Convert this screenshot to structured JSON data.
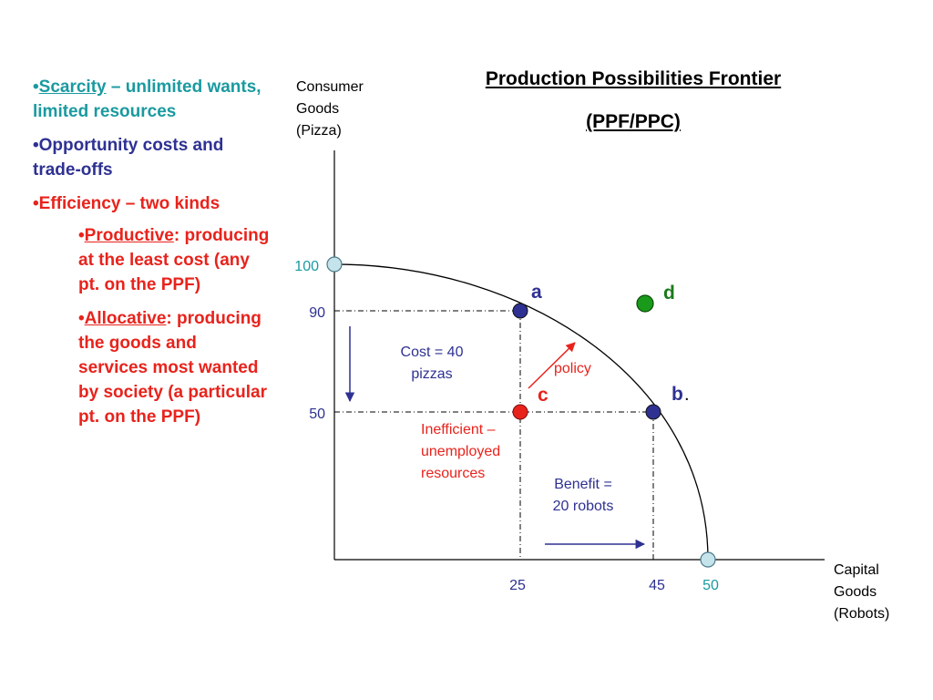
{
  "notes": {
    "scarcity_term": "Scarcity",
    "scarcity_rest": " – unlimited wants, limited resources",
    "opportunity": "Opportunity costs and trade-offs",
    "efficiency": "Efficiency – two kinds",
    "productive_term": "Productive",
    "productive_rest": ": producing at the least cost (any pt. on the PPF)",
    "allocative_term": "Allocative",
    "allocative_rest": ": producing the goods and services most wanted by society (a particular pt. on the PPF)",
    "bullet": "•"
  },
  "title_line1": "Production Possibilities Frontier",
  "title_line2": " (PPF/PPC)",
  "y_axis_label": [
    "Consumer",
    "Goods",
    "(Pizza)"
  ],
  "x_axis_label": [
    "Capital",
    "Goods",
    "(Robots)"
  ],
  "y_ticks": [
    "100",
    "90",
    "50"
  ],
  "x_ticks": [
    "25",
    "45",
    "50"
  ],
  "points": {
    "a": "a",
    "b": "b",
    "b_dot": ".",
    "c": "c",
    "d": "d"
  },
  "annotations": {
    "cost": [
      "Cost = 40",
      "pizzas"
    ],
    "policy": "policy",
    "inefficient": [
      "Inefficient –",
      "unemployed",
      "resources"
    ],
    "benefit": [
      "Benefit =",
      "20 robots"
    ]
  },
  "colors": {
    "navy": "#2e3192",
    "red": "#e8231c",
    "teal": "#1a9aa0",
    "green": "#1a7a1a",
    "light_blue": "#c5e3ea"
  }
}
